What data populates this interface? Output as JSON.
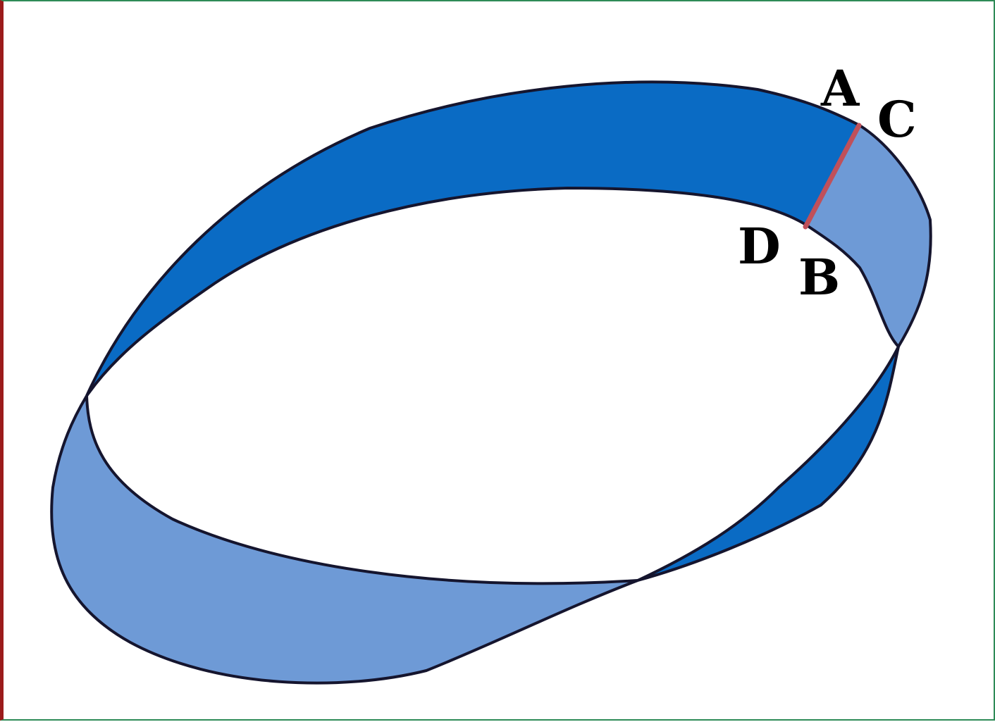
{
  "diagram": {
    "labels": {
      "a": "A",
      "b": "B",
      "c": "C",
      "d": "D"
    },
    "colors": {
      "dark_band": "#0a6bc4",
      "light_band": "#6e9ad6",
      "outline": "#15152e",
      "cut_line": "#c0505a"
    }
  }
}
